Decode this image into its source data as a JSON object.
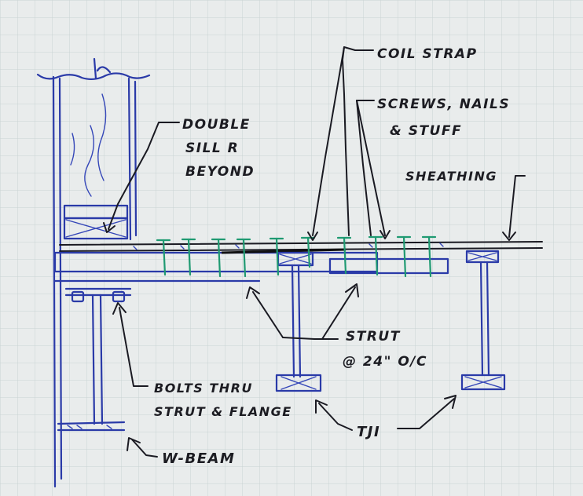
{
  "labels": {
    "coil_strap": "COIL STRAP",
    "screws_line1": "SCREWS, NAILS",
    "screws_line2": "& STUFF",
    "double_sill_line1": "DOUBLE",
    "double_sill_line2": "SILL R",
    "double_sill_line3": "BEYOND",
    "sheathing": "SHEATHING",
    "strut_line1": "STRUT",
    "strut_line2": "@ 24\" O/C",
    "bolts_line1": "BOLTS THRU",
    "bolts_line2": "STRUT & FLANGE",
    "tji": "TJI",
    "w_beam": "W-BEAM"
  },
  "colors": {
    "paper": "#e9ecec",
    "grid": "#c9d3d3",
    "blue_ink": "#2a3aa8",
    "black_ink": "#1a1a22",
    "green_fasteners": "#1f9a72"
  }
}
